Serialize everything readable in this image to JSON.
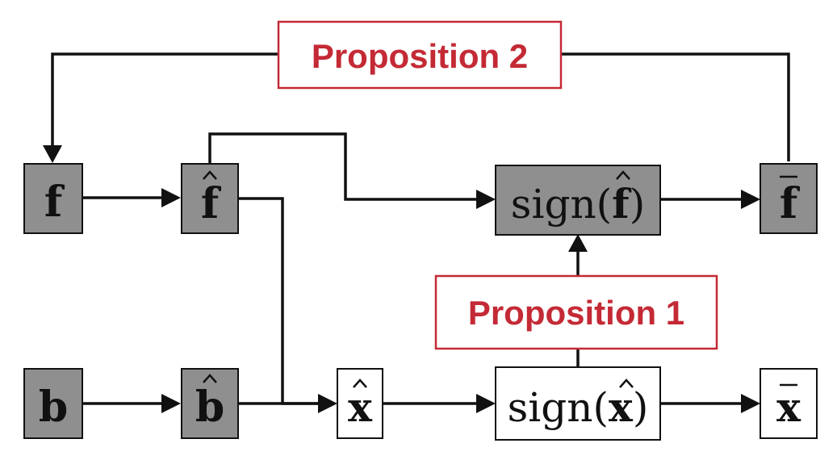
{
  "nodes": {
    "f": "f",
    "f_hat": "f",
    "sign_f_hat_prefix": "sign(",
    "sign_f_hat_var": "f",
    "sign_f_hat_suffix": ")",
    "f_bar": "f",
    "b": "b",
    "b_hat": "b",
    "x_hat": "x",
    "sign_x_hat_prefix": "sign(",
    "sign_x_hat_var": "x",
    "sign_x_hat_suffix": ")",
    "x_bar": "x"
  },
  "labels": {
    "proposition_1": "Proposition 1",
    "proposition_2": "Proposition 2"
  },
  "colors": {
    "proposition_red": "#c42a35",
    "node_gray": "#8f8f8f"
  }
}
